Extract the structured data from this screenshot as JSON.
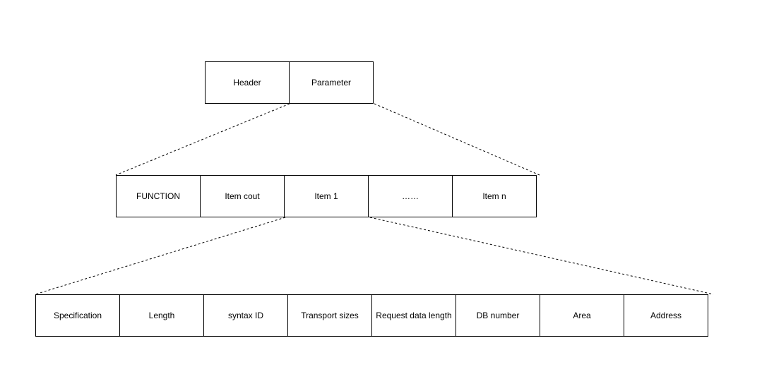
{
  "level1": {
    "header": "Header",
    "parameter": "Parameter"
  },
  "level2": {
    "function": "FUNCTION",
    "item_count": "Item cout",
    "item_1": "Item 1",
    "ellipsis": "……",
    "item_n": "Item n"
  },
  "level3": {
    "specification": "Specification",
    "length": "Length",
    "syntax_id": "syntax ID",
    "transport_sizes": "Transport sizes",
    "request_data_length": "Request data length",
    "db_number": "DB number",
    "area": "Area",
    "address": "Address"
  }
}
